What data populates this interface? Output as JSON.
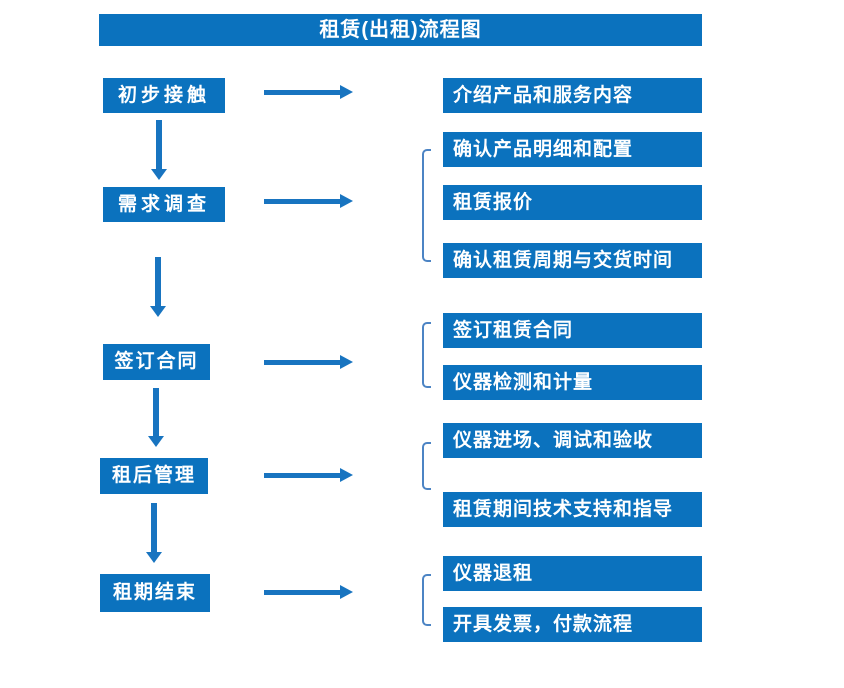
{
  "title": "租赁(出租)流程图",
  "colors": {
    "box_blue": "#0b72be",
    "arrow_blue": "#1874c0",
    "bracket_blue": "#4c84c4",
    "text_white": "#ffffff"
  },
  "steps": [
    {
      "label": "初步接触"
    },
    {
      "label": "需求调查"
    },
    {
      "label": "签订合同"
    },
    {
      "label": "租后管理"
    },
    {
      "label": "租期结束"
    }
  ],
  "details": [
    {
      "label": "介绍产品和服务内容"
    },
    {
      "label": "确认产品明细和配置"
    },
    {
      "label": "租赁报价"
    },
    {
      "label": "确认租赁周期与交货时间"
    },
    {
      "label": "签订租赁合同"
    },
    {
      "label": "仪器检测和计量"
    },
    {
      "label": "仪器进场、调试和验收"
    },
    {
      "label": "租赁期间技术支持和指导"
    },
    {
      "label": "仪器退租"
    },
    {
      "label": "开具发票，付款流程"
    }
  ]
}
